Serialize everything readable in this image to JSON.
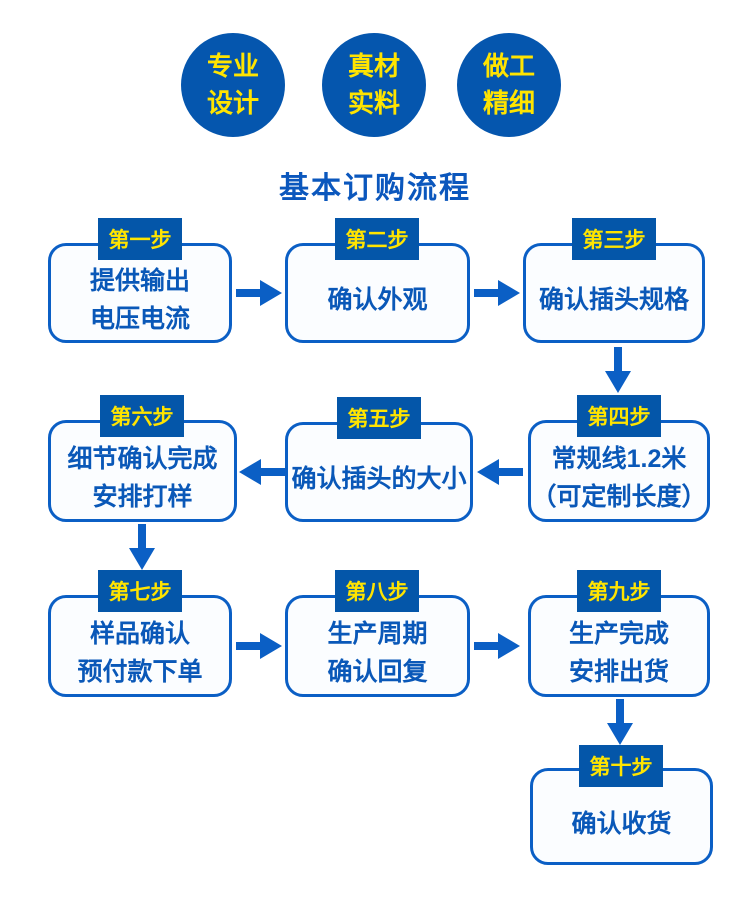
{
  "title": "基本订购流程",
  "colors": {
    "circle_badge_blue": "#0556ae",
    "box_border_blue": "#0b5fc5",
    "arrow_blue": "#0b5fc5",
    "text_blue": "#0a58b8",
    "title_blue": "#0b57bd",
    "accent_yellow": "#ffe400",
    "box_background": "#fbfdff",
    "page_background": "#ffffff"
  },
  "top_circles": [
    {
      "line1": "专业",
      "line2": "设计"
    },
    {
      "line1": "真材",
      "line2": "实料"
    },
    {
      "line1": "做工",
      "line2": "精细"
    }
  ],
  "steps": [
    {
      "label": "第一步",
      "line1": "提供输出",
      "line2": "电压电流"
    },
    {
      "label": "第二步",
      "line1": "确认外观",
      "line2": ""
    },
    {
      "label": "第三步",
      "line1": "确认插头规格",
      "line2": ""
    },
    {
      "label": "第四步",
      "line1": "常规线1.2米",
      "line2": "（可定制长度）"
    },
    {
      "label": "第五步",
      "line1": "确认插头的大小",
      "line2": ""
    },
    {
      "label": "第六步",
      "line1": "细节确认完成",
      "line2": "安排打样"
    },
    {
      "label": "第七步",
      "line1": "样品确认",
      "line2": "预付款下单"
    },
    {
      "label": "第八步",
      "line1": "生产周期",
      "line2": "确认回复"
    },
    {
      "label": "第九步",
      "line1": "生产完成",
      "line2": "安排出货"
    },
    {
      "label": "第十步",
      "line1": "确认收货",
      "line2": ""
    }
  ],
  "arrows": [
    {
      "from": "第一步",
      "to": "第二步",
      "direction": "right"
    },
    {
      "from": "第二步",
      "to": "第三步",
      "direction": "right"
    },
    {
      "from": "第三步",
      "to": "第四步",
      "direction": "down"
    },
    {
      "from": "第四步",
      "to": "第五步",
      "direction": "left"
    },
    {
      "from": "第五步",
      "to": "第六步",
      "direction": "left"
    },
    {
      "from": "第六步",
      "to": "第七步",
      "direction": "down"
    },
    {
      "from": "第七步",
      "to": "第八步",
      "direction": "right"
    },
    {
      "from": "第八步",
      "to": "第九步",
      "direction": "right"
    },
    {
      "from": "第九步",
      "to": "第十步",
      "direction": "down"
    }
  ]
}
